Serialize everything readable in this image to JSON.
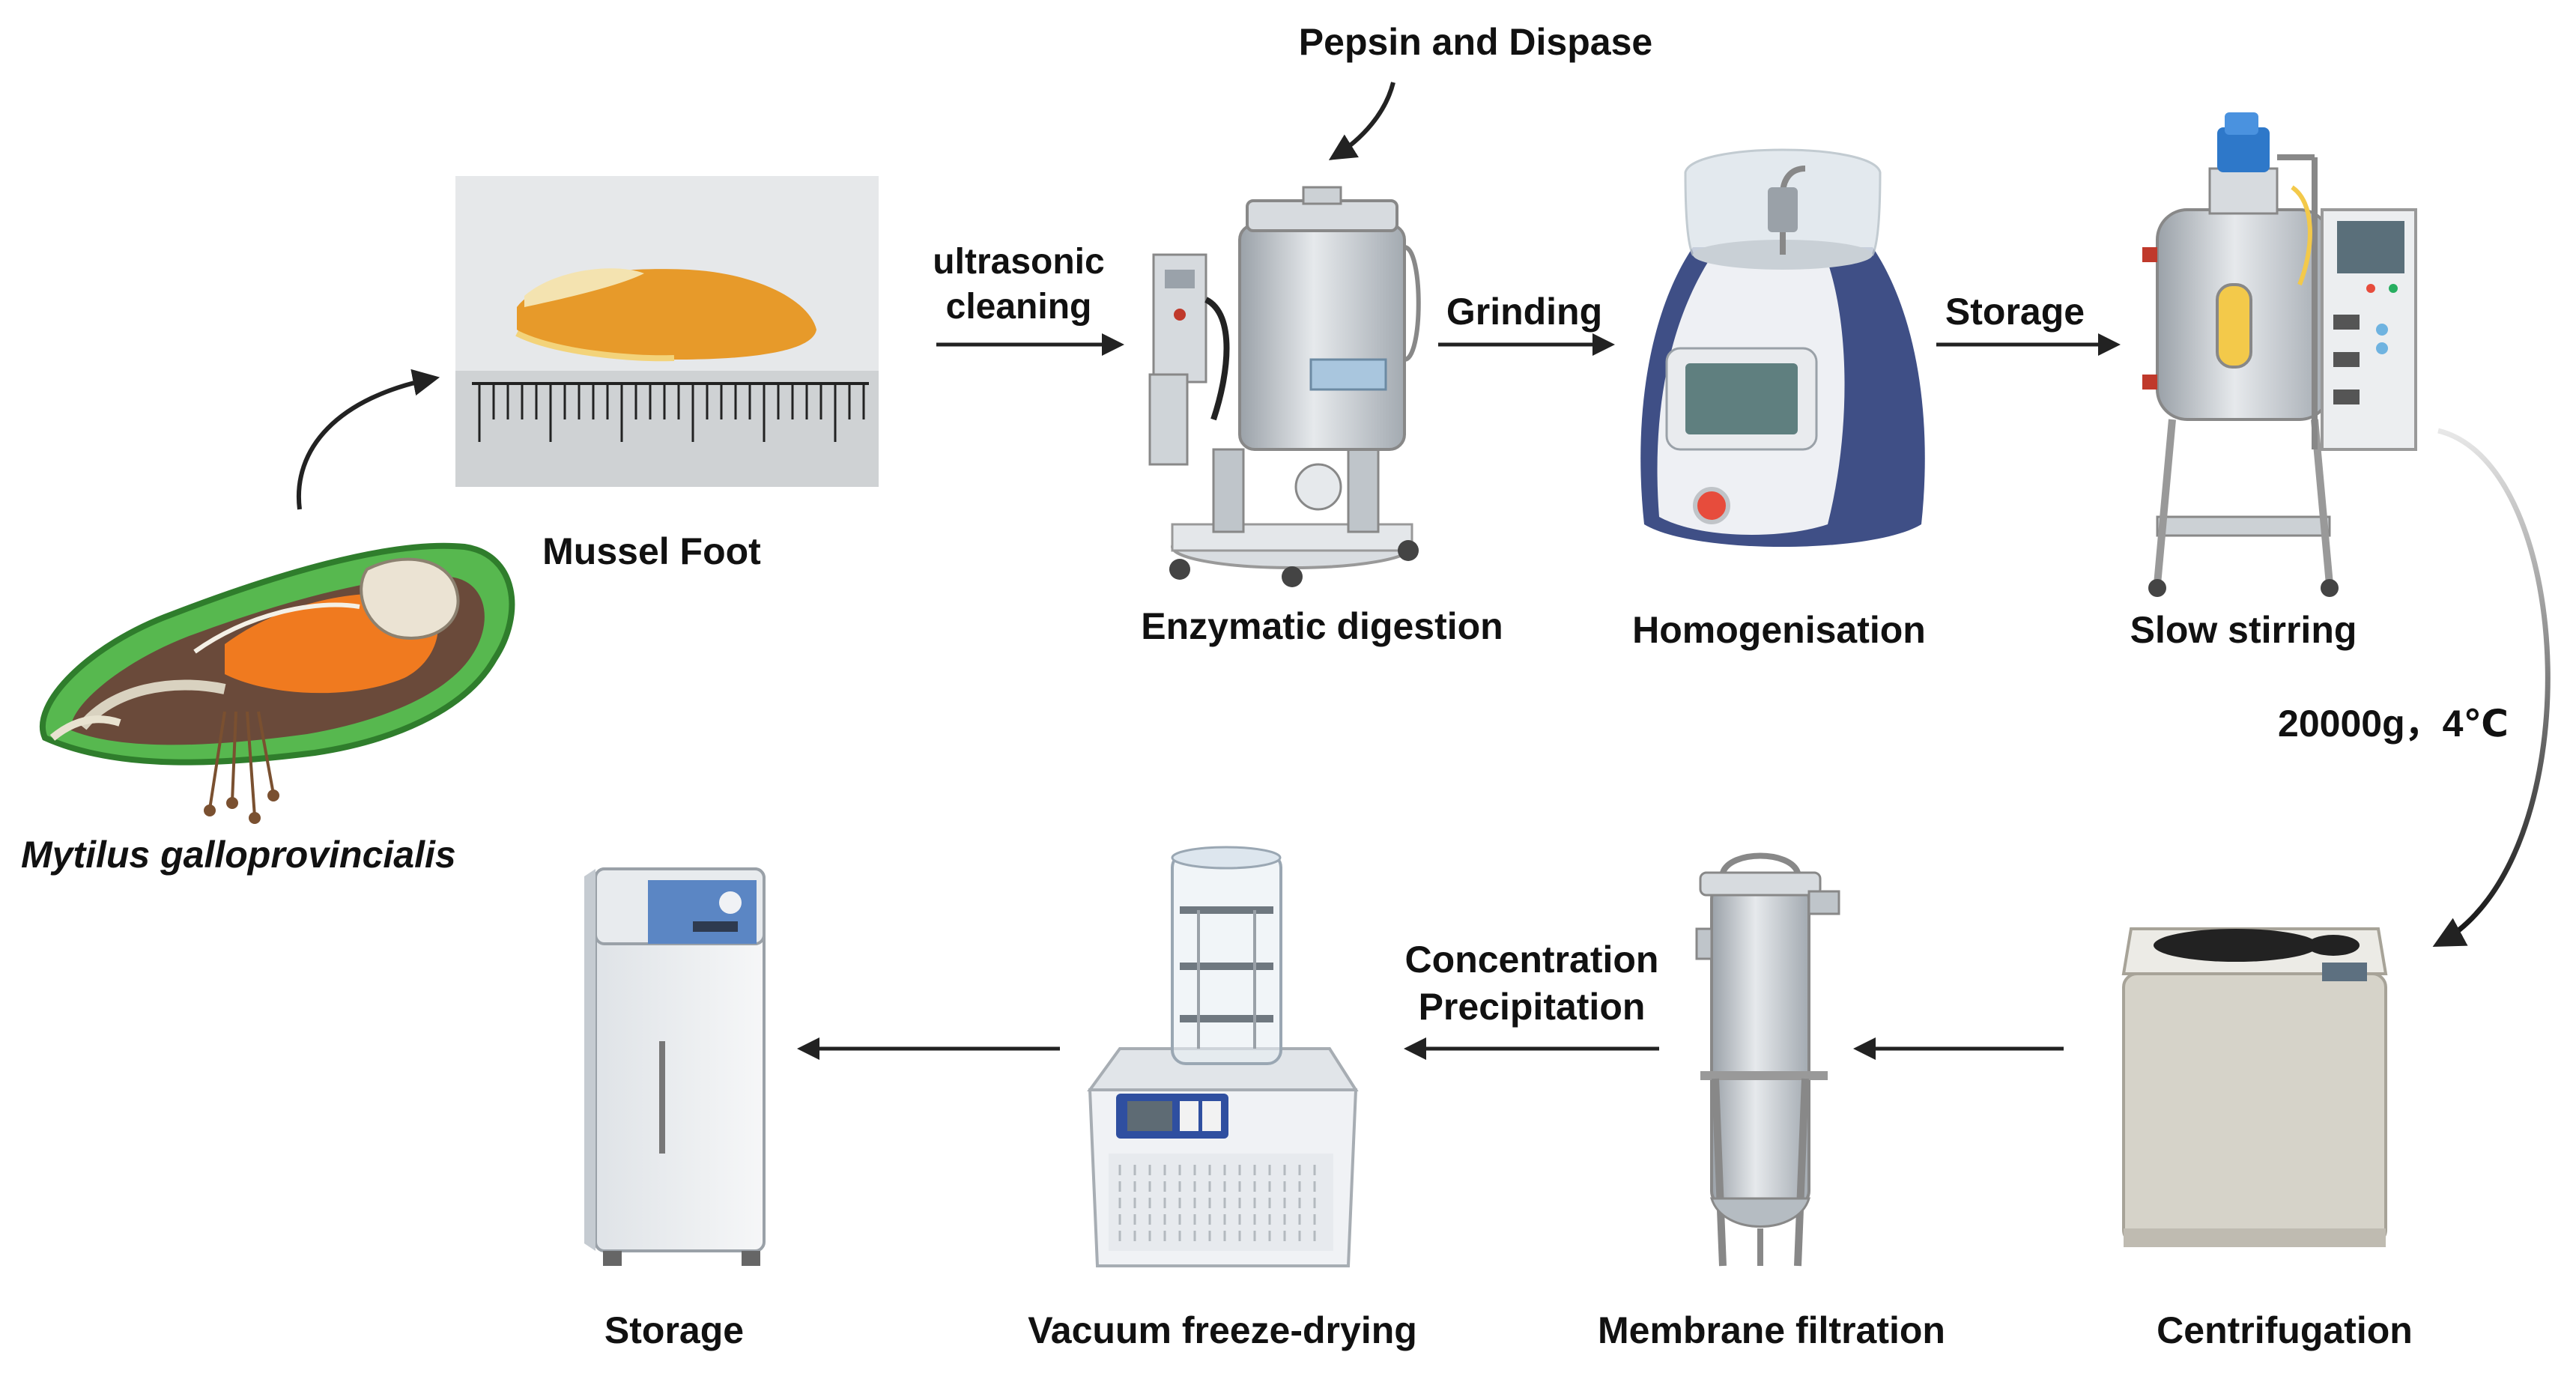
{
  "labels": {
    "mytilus": "Mytilus galloprovincialis",
    "mussel_foot": "Mussel Foot",
    "ultrasonic_line1": "ultrasonic",
    "ultrasonic_line2": "cleaning",
    "pepsin": "Pepsin and Dispase",
    "enzymatic": "Enzymatic digestion",
    "grinding": "Grinding",
    "homogenisation": "Homogenisation",
    "storage_arrow": "Storage",
    "slow_stirring": "Slow stirring",
    "centrifuge_conditions": "20000g，4℃",
    "centrifugation": "Centrifugation",
    "membrane": "Membrane filtration",
    "concentration_line1": "Concentration",
    "concentration_line2": "Precipitation",
    "freeze_drying": "Vacuum freeze-drying",
    "storage_final": "Storage"
  },
  "colors": {
    "text": "#111111",
    "arrow": "#222222",
    "mussel_green": "#4caf50",
    "mussel_orange": "#f07a1f",
    "foot_orange": "#e79a2a",
    "steel": "#c9ced3",
    "homogeniser_blue": "#3f4f86",
    "fridge_blue": "#5b86c4",
    "screen_teal": "#5f7f7f"
  }
}
